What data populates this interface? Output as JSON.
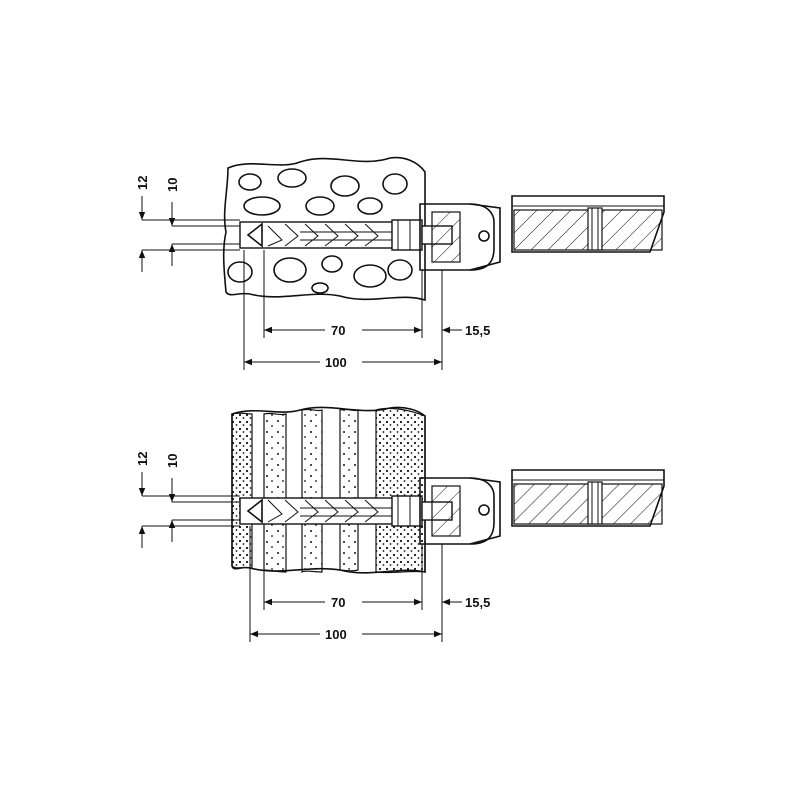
{
  "diagrams": [
    {
      "wall_type": "perforated-brick",
      "dimensions": {
        "d12": "12",
        "d10": "10",
        "d70": "70",
        "d155": "15,5",
        "d100": "100"
      }
    },
    {
      "wall_type": "cellular-concrete",
      "dimensions": {
        "d12": "12",
        "d10": "10",
        "d70": "70",
        "d155": "15,5",
        "d100": "100"
      }
    }
  ],
  "colors": {
    "line": "#111111",
    "background": "#ffffff"
  }
}
